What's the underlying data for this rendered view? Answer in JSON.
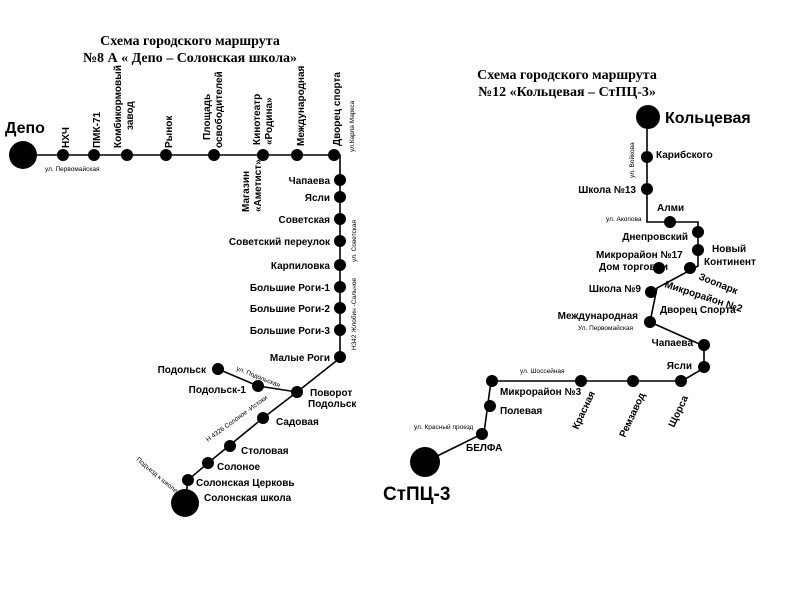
{
  "route8": {
    "title_line1": "Схема городского маршрута",
    "title_line2": "№8 А « Депо – Солонская школа»",
    "terminal_start": "Депо",
    "terminal_end": "Солонская школа",
    "stops": {
      "nhch": "НХЧ",
      "pmk71": "ПМК-71",
      "kombikorm_1": "Комбикормовый",
      "kombikorm_2": "завод",
      "rynok": "Рынок",
      "ploschad_1": "Площадь",
      "ploschad_2": "освободителей",
      "kino_1": "Кинотеатр",
      "kino_2": "«Родина»",
      "magazin_1": "Магазин",
      "magazin_2": "«Аметист»",
      "mezhdunarodnaya": "Международная",
      "dvorets": "Дворец спорта",
      "chapaeva": "Чапаева",
      "yasli": "Ясли",
      "sovetskaya": "Советская",
      "sovetsky_per": "Советский переулок",
      "karpilovka": "Карпиловка",
      "bolshie_rogi_1": "Большие Роги-1",
      "bolshie_rogi_2": "Большие Роги-2",
      "bolshie_rogi_3": "Большие Роги-3",
      "malye_rogi": "Малые Роги",
      "povorot_1": "Поворот",
      "povorot_2": "Подольск",
      "podolsk": "Подольск",
      "podolsk_1": "Подольск-1",
      "sadovaya": "Садовая",
      "stolovaya": "Столовая",
      "solonoe": "Солоное",
      "solon_tserkov": "Солонская Церковь"
    },
    "streets": {
      "pervomayskaya": "ул. Первомайская",
      "karla_marksa": "ул.Карла Маркса",
      "sovetskaya": "ул. Советская",
      "n342": "Н342 Жлобин -Сальное",
      "podolskaya": "ул. Подольская",
      "n4326": "Н 4326 Солоное -Истоки",
      "pod_shkole": "Подъезд к школе"
    }
  },
  "route12": {
    "title_line1": "Схема городского маршрута",
    "title_line2": "№12 «Кольцевая – СтПЦ-3»",
    "terminal_start": "Кольцевая",
    "terminal_end": "СтПЦ-3",
    "stops": {
      "karibskogo": "Карибского",
      "shkola13": "Школа №13",
      "almi": "Алми",
      "dneprovsky": "Днепровский",
      "novy_1": "Новый",
      "novy_2": "Континент",
      "mkr17": "Микрорайон №17",
      "dom_torgovli": "Дом торговли",
      "zoopark": "Зоопарк",
      "mkr2": "Микрорайон №2",
      "shkola9": "Школа №9",
      "mezhdunarodnaya": "Международная",
      "dvorets": "Дворец Спорта",
      "chapaeva": "Чапаева",
      "yasli": "Ясли",
      "shorsa": "Щорса",
      "remzavod": "Ремзавод",
      "krasnaya": "Красная",
      "mkr3": "Микрорайон №3",
      "polevaya": "Полевая",
      "belfa": "БЕЛФА"
    },
    "streets": {
      "voykova": "ул. Войкова",
      "akopova": "ул. Акопова",
      "pervomayskaya": "Ул. Первомайская",
      "shosseynaya": "ул. Шоссейная",
      "krasny_proezd": "ул. Красный проезд"
    }
  }
}
